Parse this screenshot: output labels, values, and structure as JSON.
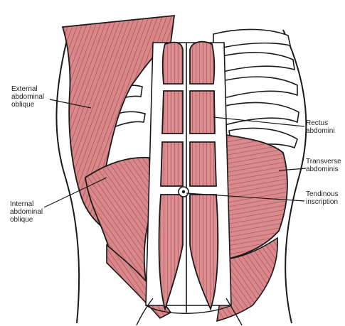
{
  "labels": {
    "external_oblique": [
      "External",
      "abdominal",
      "oblique"
    ],
    "internal_oblique": [
      "Internal",
      "abdominal",
      "oblique"
    ],
    "rectus": [
      "Rectus",
      "abdomini"
    ],
    "transverse": [
      "Transverse",
      "abdominis"
    ],
    "tendinous": [
      "Tendinous",
      "inscription"
    ]
  },
  "colors": {
    "muscle": "#d9888a",
    "muscle_dark": "#b85a60",
    "outline": "#1a1a1a",
    "background": "#ffffff"
  }
}
